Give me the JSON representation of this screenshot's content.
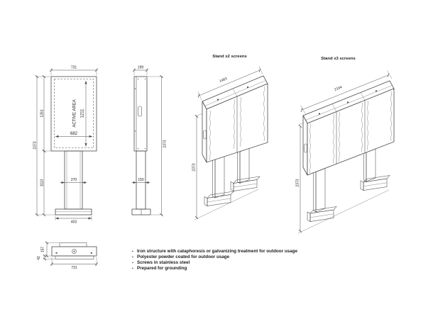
{
  "colors": {
    "background": "#ffffff",
    "line": "#4a4a4a",
    "thin_line": "#787878",
    "text": "#1c1c1c"
  },
  "front_view": {
    "width": "731",
    "panel_height": "1261",
    "lower_height": "1113",
    "total_height": "2373",
    "active_area_label": "ACTIVE AREA",
    "active_height": "1211",
    "active_width": "682",
    "pole_width": "270",
    "base_width": "403"
  },
  "side_view": {
    "depth": "199",
    "total_height": "2373",
    "pole_depth": "150"
  },
  "stand_x2": {
    "title": "Stand x2 screens",
    "width": "1463",
    "height": "2373"
  },
  "stand_x3": {
    "title": "Stand x3 screens",
    "width": "2194",
    "height": "2373"
  },
  "top_view": {
    "depth": "157",
    "lip": "42",
    "width": "731"
  },
  "notes": [
    "Iron structure with cataphoresis or galvanizing treatment for outdoor usage",
    "Polyester powder coated for outdoor usage",
    "Screws in stainless steel",
    "Prepared for grounding"
  ]
}
